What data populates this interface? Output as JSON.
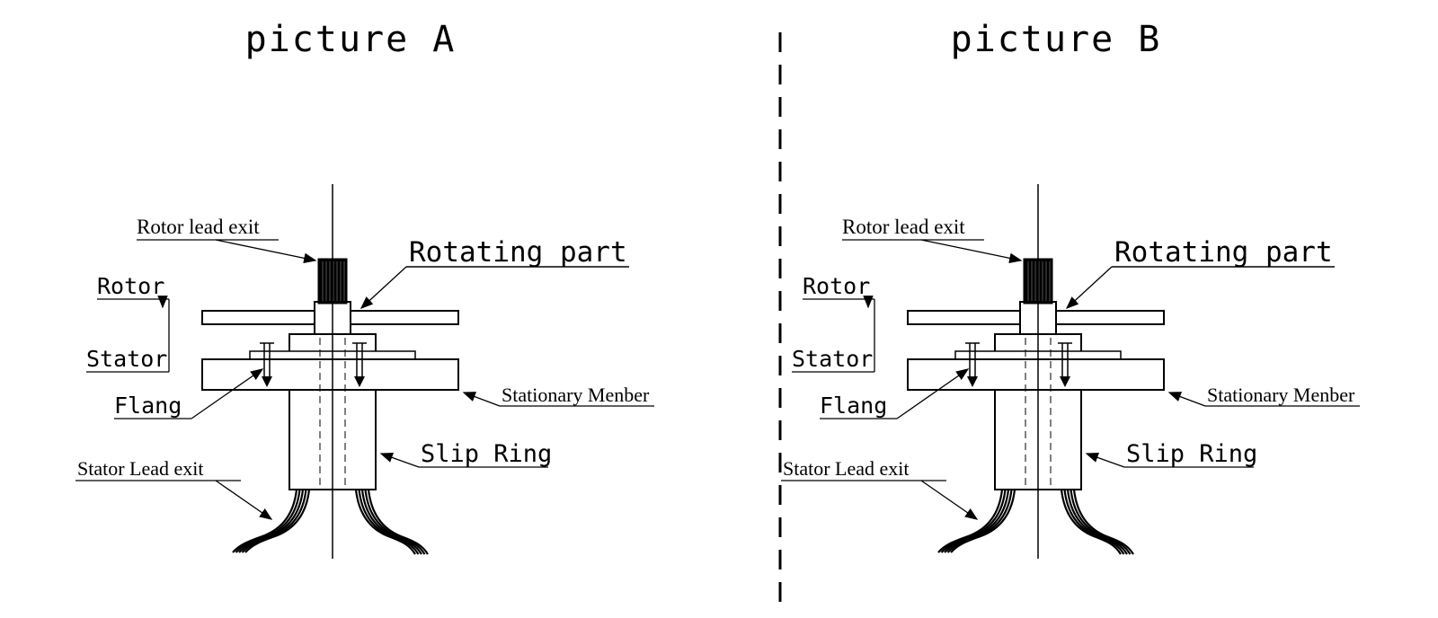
{
  "titles": {
    "a": "picture A",
    "b": "picture B"
  },
  "labels": {
    "rotor_lead_exit": "Rotor lead exit",
    "rotating_part": "Rotating part",
    "rotor": "Rotor",
    "stator": "Stator",
    "flang": "Flang",
    "stationary_member": "Stationary Menber",
    "slip_ring": "Slip Ring",
    "stator_lead_exit": "Stator Lead exit"
  },
  "colors": {
    "line": "#000000",
    "background": "#ffffff"
  }
}
